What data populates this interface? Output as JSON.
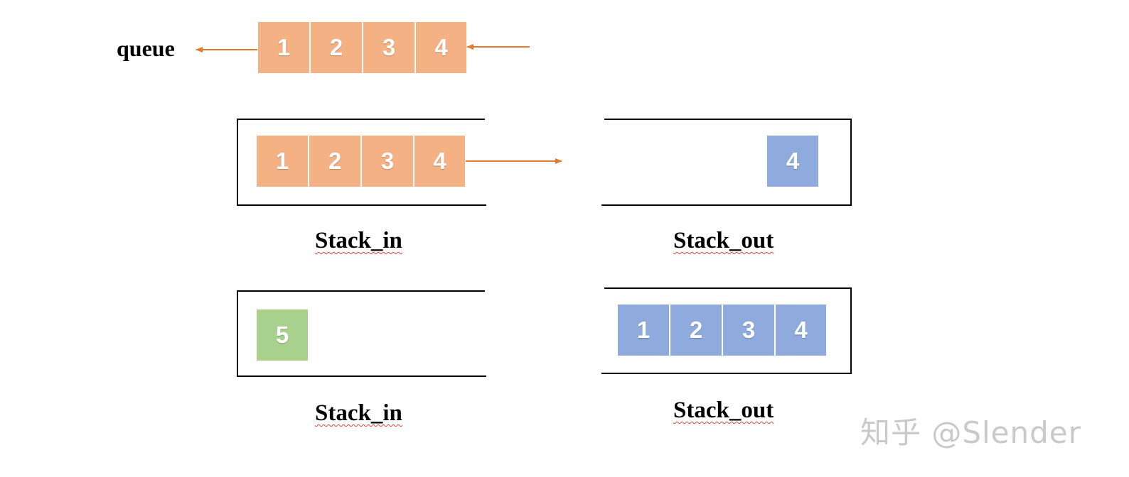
{
  "colors": {
    "orange": "#f4b183",
    "blue": "#8faadc",
    "green": "#a9d18e",
    "arrow": "#e57a2f",
    "frame": "#000000"
  },
  "queue": {
    "label": "queue",
    "cells": [
      "1",
      "2",
      "3",
      "4"
    ]
  },
  "step1": {
    "stack_in": {
      "label": "Stack_in",
      "cells": [
        "1",
        "2",
        "3",
        "4"
      ]
    },
    "stack_out": {
      "label": "Stack_out",
      "cells": [
        "4"
      ]
    }
  },
  "step2": {
    "stack_in": {
      "label": "Stack_in",
      "cells": [
        "5"
      ]
    },
    "stack_out": {
      "label": "Stack_out",
      "cells": [
        "1",
        "2",
        "3",
        "4"
      ]
    }
  },
  "watermark": "知乎 @Slender"
}
